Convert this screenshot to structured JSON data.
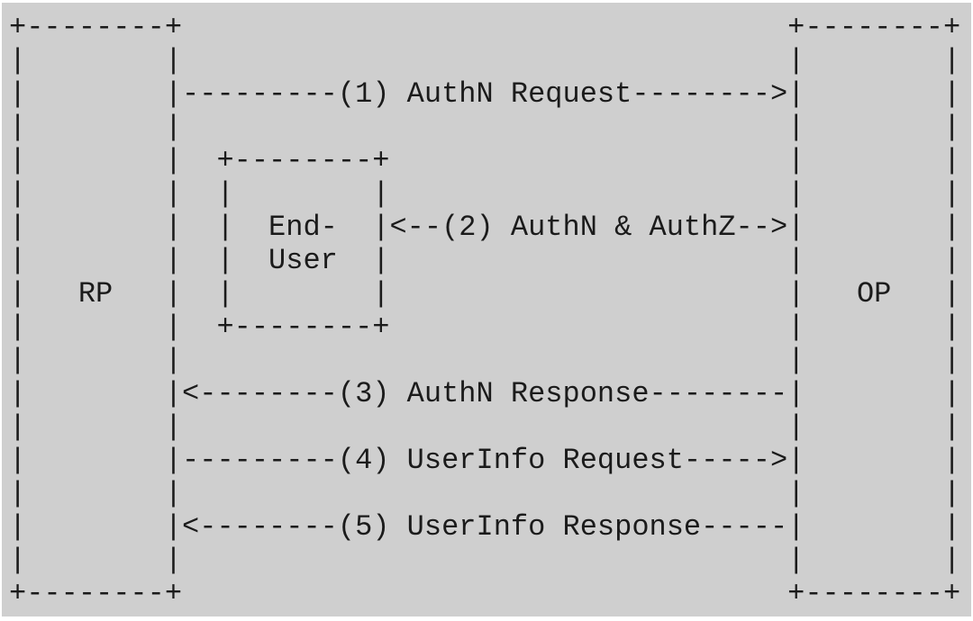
{
  "colors": {
    "page_background": "#ffffff",
    "panel_background": "#cfcfcf",
    "text": "#1b1b1b"
  },
  "diagram": {
    "type": "ascii-sequence-diagram",
    "nodes": [
      {
        "id": "rp",
        "label": "RP"
      },
      {
        "id": "end-user",
        "label_line1": "End-",
        "label_line2": "User"
      },
      {
        "id": "op",
        "label": "OP"
      }
    ],
    "steps": [
      {
        "number": "(1)",
        "label": "AuthN Request",
        "from": "rp",
        "to": "op",
        "direction": "right"
      },
      {
        "number": "(2)",
        "label": "AuthN & AuthZ",
        "from": "end-user",
        "to": "op",
        "direction": "both"
      },
      {
        "number": "(3)",
        "label": "AuthN Response",
        "from": "op",
        "to": "rp",
        "direction": "left"
      },
      {
        "number": "(4)",
        "label": "UserInfo Request",
        "from": "rp",
        "to": "op",
        "direction": "right"
      },
      {
        "number": "(5)",
        "label": "UserInfo Response",
        "from": "op",
        "to": "rp",
        "direction": "left"
      }
    ],
    "ascii_lines": [
      "+--------+                                   +--------+",
      "|        |                                   |        |",
      "|        |---------(1) AuthN Request-------->|        |",
      "|        |                                   |        |",
      "|        |  +--------+                       |        |",
      "|        |  |        |                       |        |",
      "|        |  |  End-  |<--(2) AuthN & AuthZ-->|        |",
      "|        |  |  User  |                       |        |",
      "|   RP   |  |        |                       |   OP   |",
      "|        |  +--------+                       |        |",
      "|        |                                   |        |",
      "|        |<--------(3) AuthN Response--------|        |",
      "|        |                                   |        |",
      "|        |---------(4) UserInfo Request----->|        |",
      "|        |                                   |        |",
      "|        |<--------(5) UserInfo Response-----|        |",
      "|        |                                   |        |",
      "+--------+                                   +--------+"
    ]
  }
}
